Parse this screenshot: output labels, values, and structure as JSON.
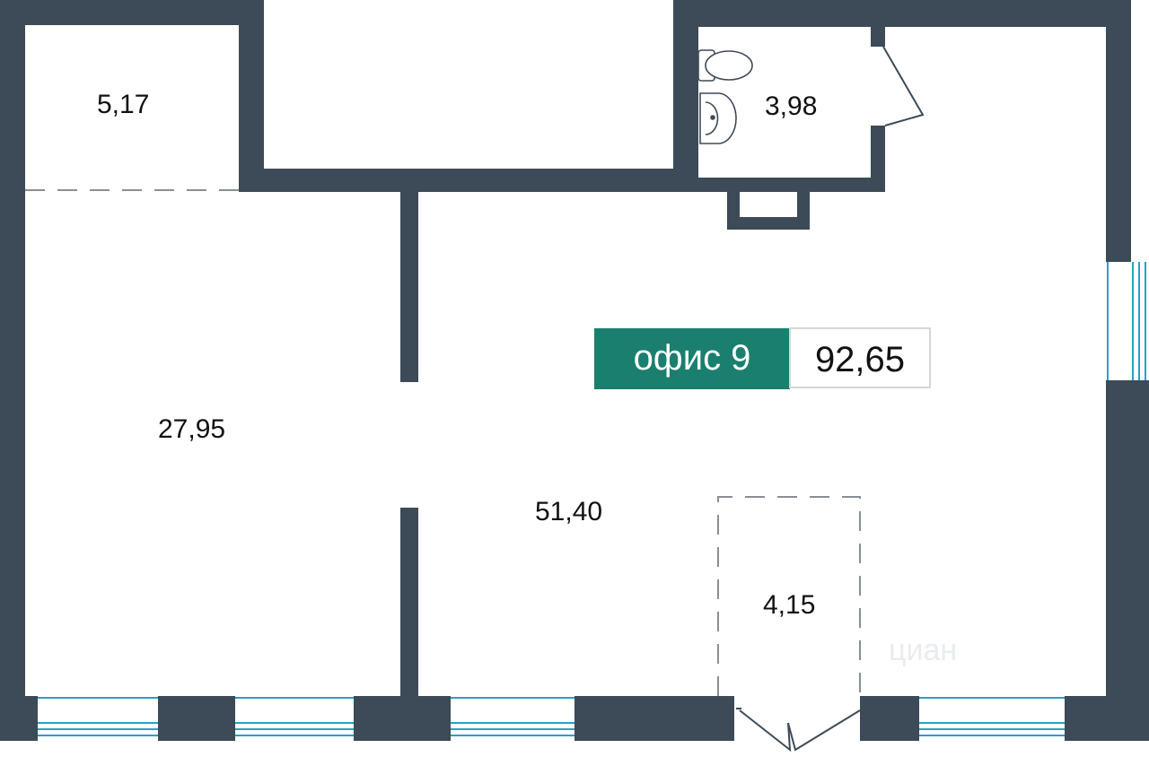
{
  "plan": {
    "rooms": [
      {
        "id": "room-storage",
        "area": "5,17"
      },
      {
        "id": "room-bathroom",
        "area": "3,98"
      },
      {
        "id": "room-left-office",
        "area": "27,95"
      },
      {
        "id": "room-main-office",
        "area": "51,40"
      },
      {
        "id": "room-entrance",
        "area": "4,15"
      }
    ],
    "unit": {
      "name": "офис 9",
      "total_area": "92,65"
    },
    "watermark": "циан",
    "colors": {
      "wall": "#3d4a57",
      "badge": "#1a7f6e",
      "window": "#25a3c2",
      "dashed": "#8a8f96"
    }
  }
}
